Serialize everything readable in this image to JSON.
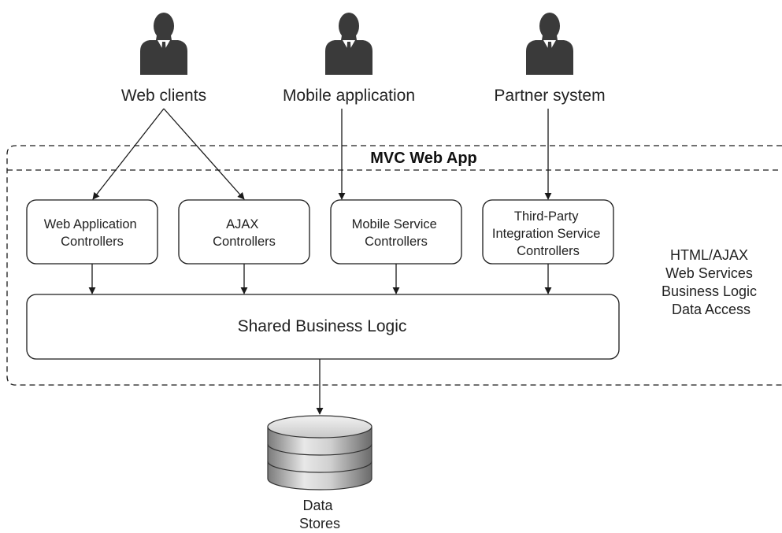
{
  "actors": [
    {
      "label": "Web clients",
      "icon": "person-icon"
    },
    {
      "label": "Mobile application",
      "icon": "person-icon"
    },
    {
      "label": "Partner system",
      "icon": "person-icon"
    }
  ],
  "app": {
    "title": "MVC Web App"
  },
  "controllers": [
    {
      "lines": [
        "Web Application",
        "Controllers"
      ]
    },
    {
      "lines": [
        "AJAX",
        "Controllers"
      ]
    },
    {
      "lines": [
        "Mobile Service",
        "Controllers"
      ]
    },
    {
      "lines": [
        "Third-Party",
        "Integration Service",
        "Controllers"
      ]
    }
  ],
  "shared": {
    "label": "Shared Business Logic"
  },
  "layers": [
    "HTML/AJAX",
    "Web Services",
    "Business Logic",
    "Data Access"
  ],
  "datastore": {
    "lines": [
      "Data",
      "Stores"
    ],
    "icon": "database-icon"
  },
  "colors": {
    "line": "#1a1a1a",
    "person": "#3a3a3a",
    "db_dark": "#6e6e6e",
    "db_light": "#e6e6e6"
  }
}
